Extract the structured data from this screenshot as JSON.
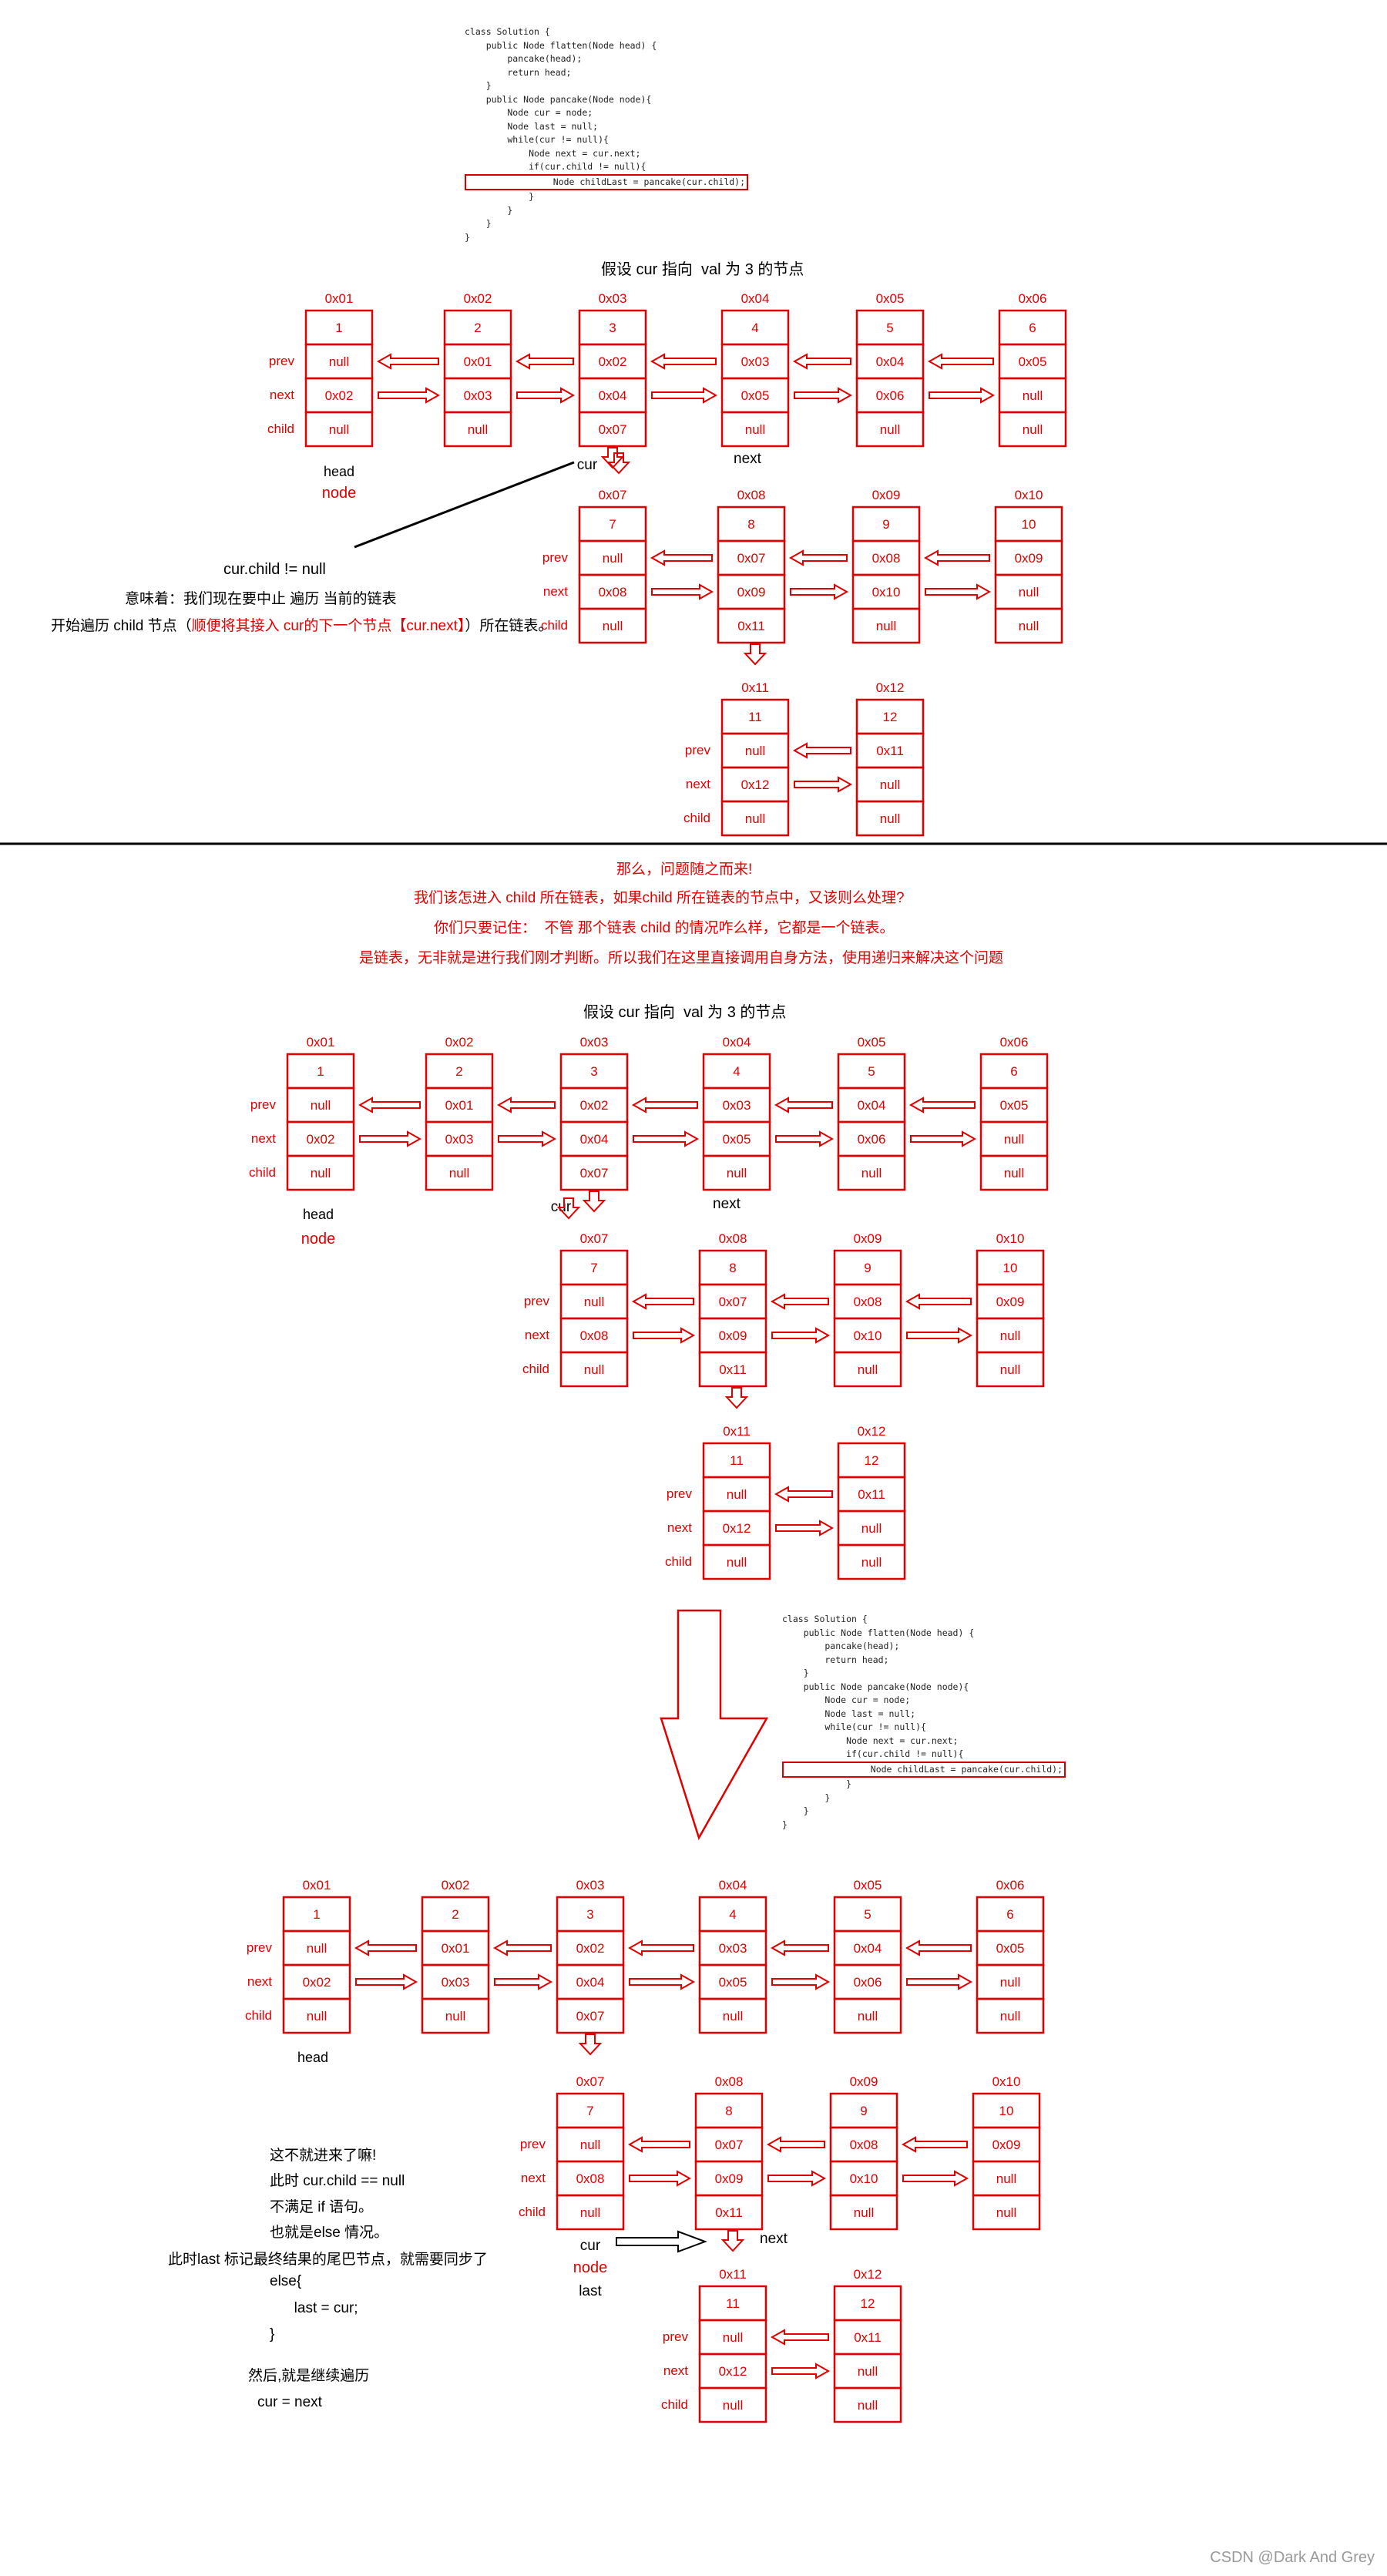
{
  "code": [
    "class Solution {",
    "    public Node flatten(Node head) {",
    "        pancake(head);",
    "        return head;",
    "    }",
    "    public Node pancake(Node node){",
    "        Node cur = node;",
    "        Node last = null;",
    "        while(cur != null){",
    "            Node next = cur.next;",
    "            if(cur.child != null){",
    "                Node childLast = pancake(cur.child);",
    "            }",
    "        }",
    "    }",
    "}"
  ],
  "code_highlight_line": 11,
  "section1_title": "假设 cur 指向  val 为 3 的节点",
  "section2_title": "假设 cur 指向  val 为 3 的节点",
  "row_labels": {
    "prev": "prev",
    "next": "next",
    "child": "child"
  },
  "level1": [
    {
      "addr": "0x01",
      "val": "1",
      "prev": "null",
      "next": "0x02",
      "child": "null"
    },
    {
      "addr": "0x02",
      "val": "2",
      "prev": "0x01",
      "next": "0x03",
      "child": "null"
    },
    {
      "addr": "0x03",
      "val": "3",
      "prev": "0x02",
      "next": "0x04",
      "child": "0x07"
    },
    {
      "addr": "0x04",
      "val": "4",
      "prev": "0x03",
      "next": "0x05",
      "child": "null"
    },
    {
      "addr": "0x05",
      "val": "5",
      "prev": "0x04",
      "next": "0x06",
      "child": "null"
    },
    {
      "addr": "0x06",
      "val": "6",
      "prev": "0x05",
      "next": "null",
      "child": "null"
    }
  ],
  "level2": [
    {
      "addr": "0x07",
      "val": "7",
      "prev": "null",
      "next": "0x08",
      "child": "null"
    },
    {
      "addr": "0x08",
      "val": "8",
      "prev": "0x07",
      "next": "0x09",
      "child": "0x11"
    },
    {
      "addr": "0x09",
      "val": "9",
      "prev": "0x08",
      "next": "0x10",
      "child": "null"
    },
    {
      "addr": "0x10",
      "val": "10",
      "prev": "0x09",
      "next": "null",
      "child": "null"
    }
  ],
  "level3": [
    {
      "addr": "0x11",
      "val": "11",
      "prev": "null",
      "next": "0x12",
      "child": "null"
    },
    {
      "addr": "0x12",
      "val": "12",
      "prev": "0x11",
      "next": "null",
      "child": "null"
    }
  ],
  "labels": {
    "head": "head",
    "node": "node",
    "cur": "cur",
    "next": "next",
    "last": "last"
  },
  "annot1": [
    "cur.child != null",
    "意味着：我们现在要中止 遍历 当前的链表",
    "开始遍历 child 节点（",
    "顺便将其接入 cur的下一个节点【cur.next】",
    "）所在链表。"
  ],
  "middle_text": [
    "那么，问题随之而来!",
    "我们该怎进入 child 所在链表，如果child 所在链表的节点中，又该则么处理?",
    "你们只要记住：  不管 那个链表 child 的情况咋么样，它都是一个链表。",
    "是链表，无非就是进行我们刚才判断。所以我们在这里直接调用自身方法，使用递归来解决这个问题"
  ],
  "annot3": [
    "这不就进来了嘛!",
    "此时 cur.child == null",
    "不满足 if 语句。",
    "也就是else 情况。",
    "此时last 标记最终结果的尾巴节点，就需要同步了",
    "else{",
    "      last = cur;",
    "}",
    "然后,就是继续遍历",
    "cur = next"
  ],
  "footer": "CSDN @Dark And Grey",
  "colors": {
    "red": "#e00000",
    "black": "#000000"
  }
}
